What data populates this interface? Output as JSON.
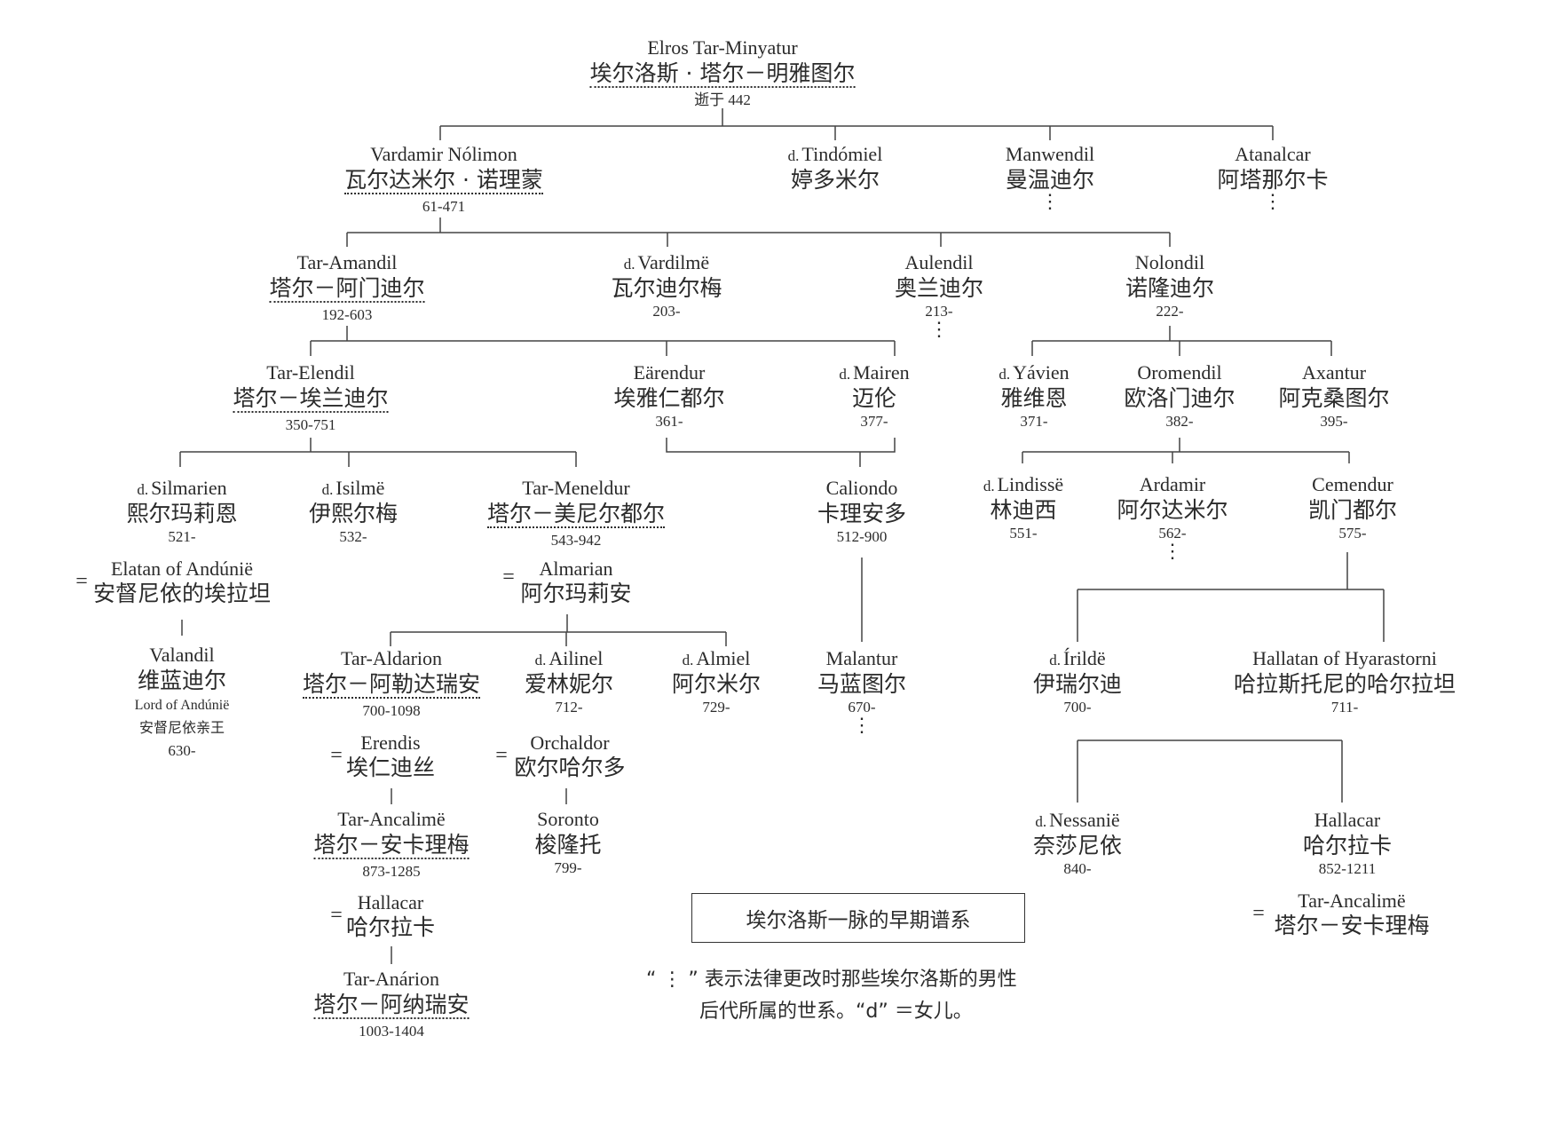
{
  "people": {
    "elros": {
      "name": "Elros Tar-Minyatur",
      "zh": "埃尔洛斯 · 塔尔－明雅图尔",
      "dates": "逝于 442"
    },
    "vardamir": {
      "name": "Vardamir Nólimon",
      "zh": "瓦尔达米尔 · 诺理蒙",
      "dates": "61-471"
    },
    "tindomiel": {
      "d": "d.",
      "name": "Tindómiel",
      "zh": "婷多米尔"
    },
    "manwendil": {
      "name": "Manwendil",
      "zh": "曼温迪尔",
      "dots": "⋮"
    },
    "atanalcar": {
      "name": "Atanalcar",
      "zh": "阿塔那尔卡",
      "dots": "⋮"
    },
    "amandil": {
      "name": "Tar-Amandil",
      "zh": "塔尔－阿门迪尔",
      "dates": "192-603"
    },
    "vardilme": {
      "d": "d.",
      "name": "Vardilmë",
      "zh": "瓦尔迪尔梅",
      "dates": "203-"
    },
    "aulendil": {
      "name": "Aulendil",
      "zh": "奥兰迪尔",
      "dates": "213-",
      "dots": "⋮"
    },
    "nolondil": {
      "name": "Nolondil",
      "zh": "诺隆迪尔",
      "dates": "222-"
    },
    "elendil": {
      "name": "Tar-Elendil",
      "zh": "塔尔－埃兰迪尔",
      "dates": "350-751"
    },
    "earendur": {
      "name": "Eärendur",
      "zh": "埃雅仁都尔",
      "dates": "361-"
    },
    "mairen": {
      "d": "d.",
      "name": "Mairen",
      "zh": "迈伦",
      "dates": "377-"
    },
    "yavien": {
      "d": "d.",
      "name": "Yávien",
      "zh": "雅维恩",
      "dates": "371-"
    },
    "oromendil": {
      "name": "Oromendil",
      "zh": "欧洛门迪尔",
      "dates": "382-"
    },
    "axantur": {
      "name": "Axantur",
      "zh": "阿克桑图尔",
      "dates": "395-"
    },
    "silmarien": {
      "d": "d.",
      "name": "Silmarien",
      "zh": "熙尔玛莉恩",
      "dates": "521-"
    },
    "isilme": {
      "d": "d.",
      "name": "Isilmë",
      "zh": "伊熙尔梅",
      "dates": "532-"
    },
    "meneldur": {
      "name": "Tar-Meneldur",
      "zh": "塔尔－美尼尔都尔",
      "dates": "543-942"
    },
    "caliondo": {
      "name": "Caliondo",
      "zh": "卡理安多",
      "dates": "512-900"
    },
    "lindisse": {
      "d": "d.",
      "name": "Lindissë",
      "zh": "林迪西",
      "dates": "551-"
    },
    "ardamir": {
      "name": "Ardamir",
      "zh": "阿尔达米尔",
      "dates": "562-",
      "dots": "⋮"
    },
    "cemendur": {
      "name": "Cemendur",
      "zh": "凯门都尔",
      "dates": "575-"
    },
    "valandil": {
      "name": "Valandil",
      "zh": "维蓝迪尔",
      "extra": "Lord of Andúnië",
      "extra_zh": "安督尼依亲王",
      "dates": "630-"
    },
    "aldarion": {
      "name": "Tar-Aldarion",
      "zh": "塔尔－阿勒达瑞安",
      "dates": "700-1098"
    },
    "ailinel": {
      "d": "d.",
      "name": "Ailinel",
      "zh": "爱林妮尔",
      "dates": "712-"
    },
    "almiel": {
      "d": "d.",
      "name": "Almiel",
      "zh": "阿尔米尔",
      "dates": "729-"
    },
    "malantur": {
      "name": "Malantur",
      "zh": "马蓝图尔",
      "dates": "670-",
      "dots": "⋮"
    },
    "irilde": {
      "d": "d.",
      "name": "Írildë",
      "zh": "伊瑞尔迪",
      "dates": "700-"
    },
    "hallatan": {
      "name": "Hallatan of Hyarastorni",
      "zh": "哈拉斯托尼的哈尔拉坦",
      "dates": "711-"
    },
    "ancalime": {
      "name": "Tar-Ancalimë",
      "zh": "塔尔－安卡理梅",
      "dates": "873-1285"
    },
    "soronto": {
      "name": "Soronto",
      "zh": "梭隆托",
      "dates": "799-"
    },
    "nessanie": {
      "d": "d.",
      "name": "Nessanië",
      "zh": "奈莎尼依",
      "dates": "840-"
    },
    "hallacar2": {
      "name": "Hallacar",
      "zh": "哈尔拉卡",
      "dates": "852-1211"
    },
    "anarion": {
      "name": "Tar-Anárion",
      "zh": "塔尔－阿纳瑞安",
      "dates": "1003-1404"
    }
  },
  "spouses": {
    "elatan": {
      "eq": "=",
      "name": "Elatan of Andúnië",
      "zh": "安督尼依的埃拉坦"
    },
    "almarian": {
      "eq": "=",
      "name": "Almarian",
      "zh": "阿尔玛莉安"
    },
    "erendis": {
      "eq": "=",
      "name": "Erendis",
      "zh": "埃仁迪丝"
    },
    "orchaldor": {
      "eq": "=",
      "name": "Orchaldor",
      "zh": "欧尔哈尔多"
    },
    "hallacar": {
      "eq": "=",
      "name": "Hallacar",
      "zh": "哈尔拉卡"
    },
    "ancalime2": {
      "eq": "=",
      "name": "Tar-Ancalimë",
      "zh": "塔尔－安卡理梅"
    }
  },
  "caption": "埃尔洛斯一脉的早期谱系",
  "note": {
    "line1": "“ ⋮ ” 表示法律更改时那些埃尔洛斯的男性",
    "line2": "后代所属的世系。“d” ＝女儿。"
  }
}
